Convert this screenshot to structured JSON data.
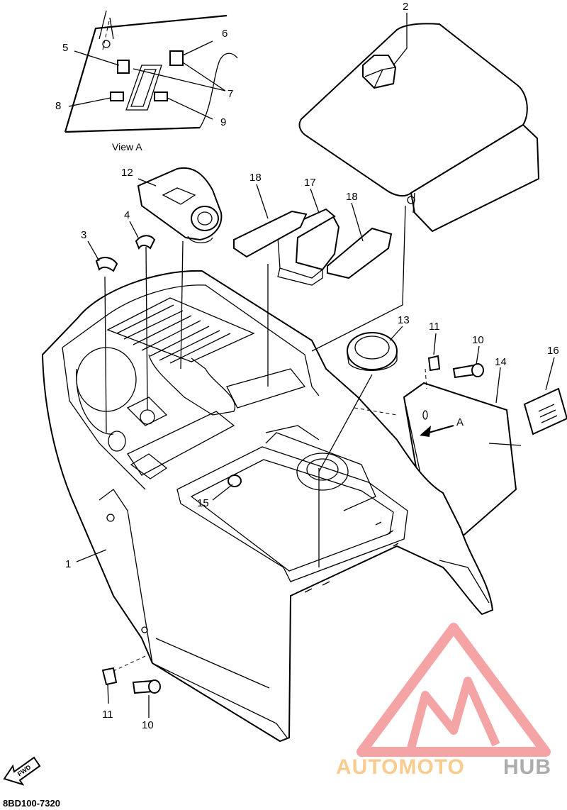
{
  "diagram": {
    "view_label": "View A",
    "arrow_label": "A",
    "part_code": "8BD100-7320",
    "fwd_label": "FWD",
    "callouts": {
      "c1": "1",
      "c2": "2",
      "c3": "3",
      "c4": "4",
      "c5": "5",
      "c6": "6",
      "c7": "7",
      "c8": "8",
      "c9": "9",
      "c10a": "10",
      "c10b": "10",
      "c11a": "11",
      "c11b": "11",
      "c12": "12",
      "c13": "13",
      "c14": "14",
      "c15": "15",
      "c16": "16",
      "c17": "17",
      "c18a": "18",
      "c18b": "18"
    }
  },
  "watermark": {
    "text_a": "AUTOMOTO",
    "text_b": "HUB",
    "color_primary": "#f4a0a0",
    "color_secondary": "#f8c98a",
    "color_tertiary": "#a8a8a8"
  }
}
